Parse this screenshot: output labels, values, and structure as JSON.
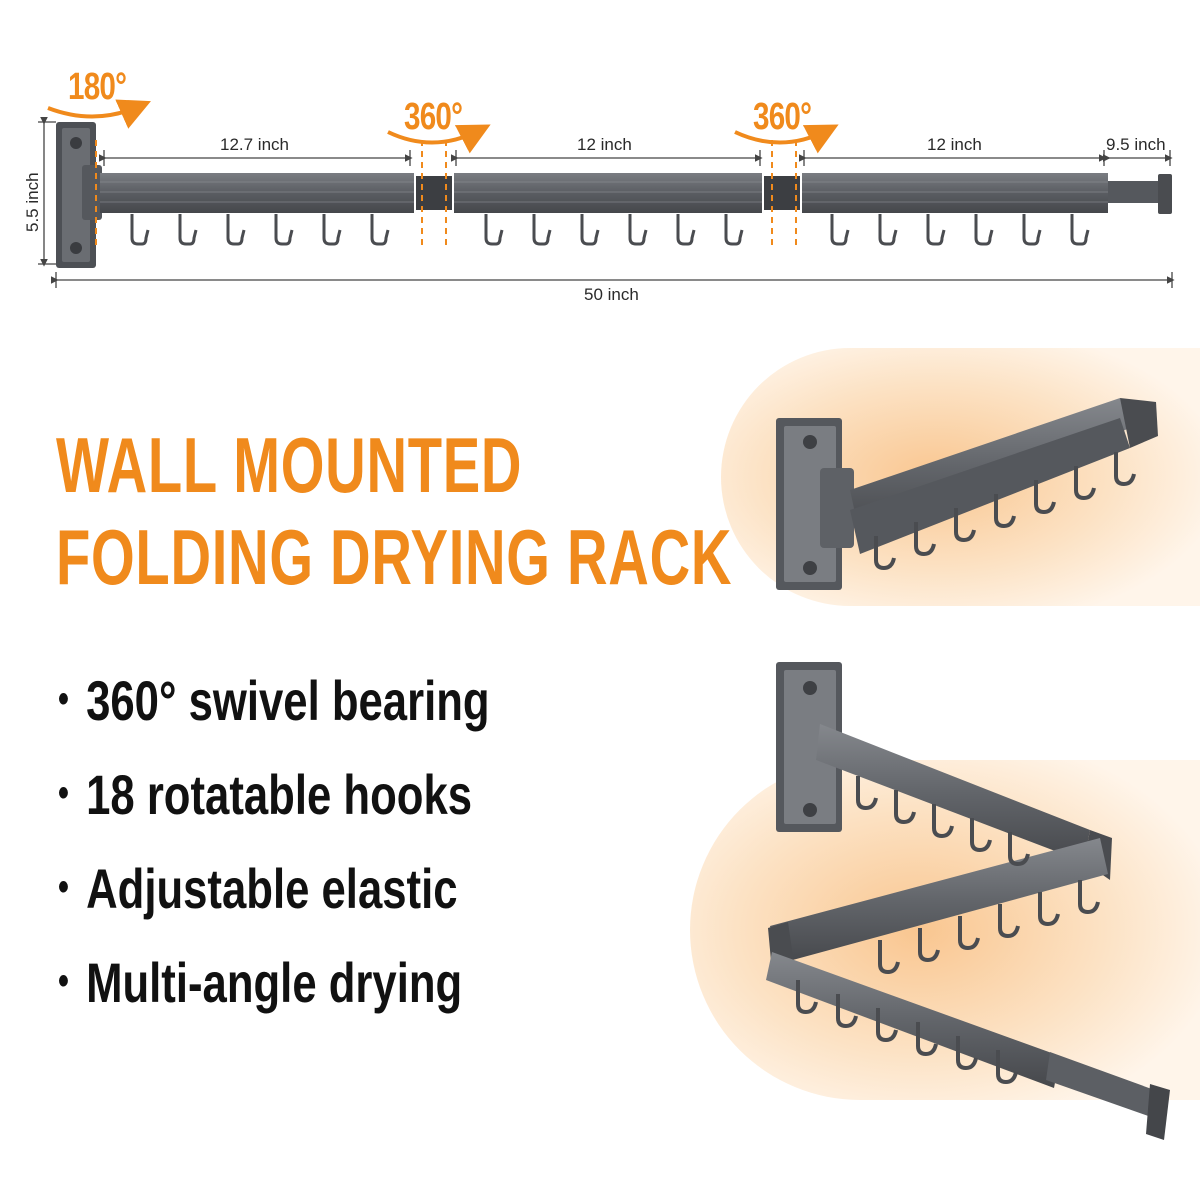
{
  "diagram": {
    "angles": [
      "180°",
      "360°",
      "360°"
    ],
    "segments": [
      "12.7 inch",
      "12 inch",
      "12 inch",
      "9.5 inch"
    ],
    "height_label": "5.5 inch",
    "total_label": "50 inch"
  },
  "headline": {
    "line1": "WALL MOUNTED",
    "line2": "FOLDING DRYING RACK"
  },
  "features": [
    "360° swivel bearing",
    "18 rotatable hooks",
    "Adjustable elastic",
    "Multi-angle drying"
  ],
  "bullet_glyph": "•",
  "colors": {
    "accent": "#f08a1c",
    "rack": "#5b5e63",
    "text": "#111111",
    "glow": "#fbd8ae"
  },
  "hooks_count": 18
}
